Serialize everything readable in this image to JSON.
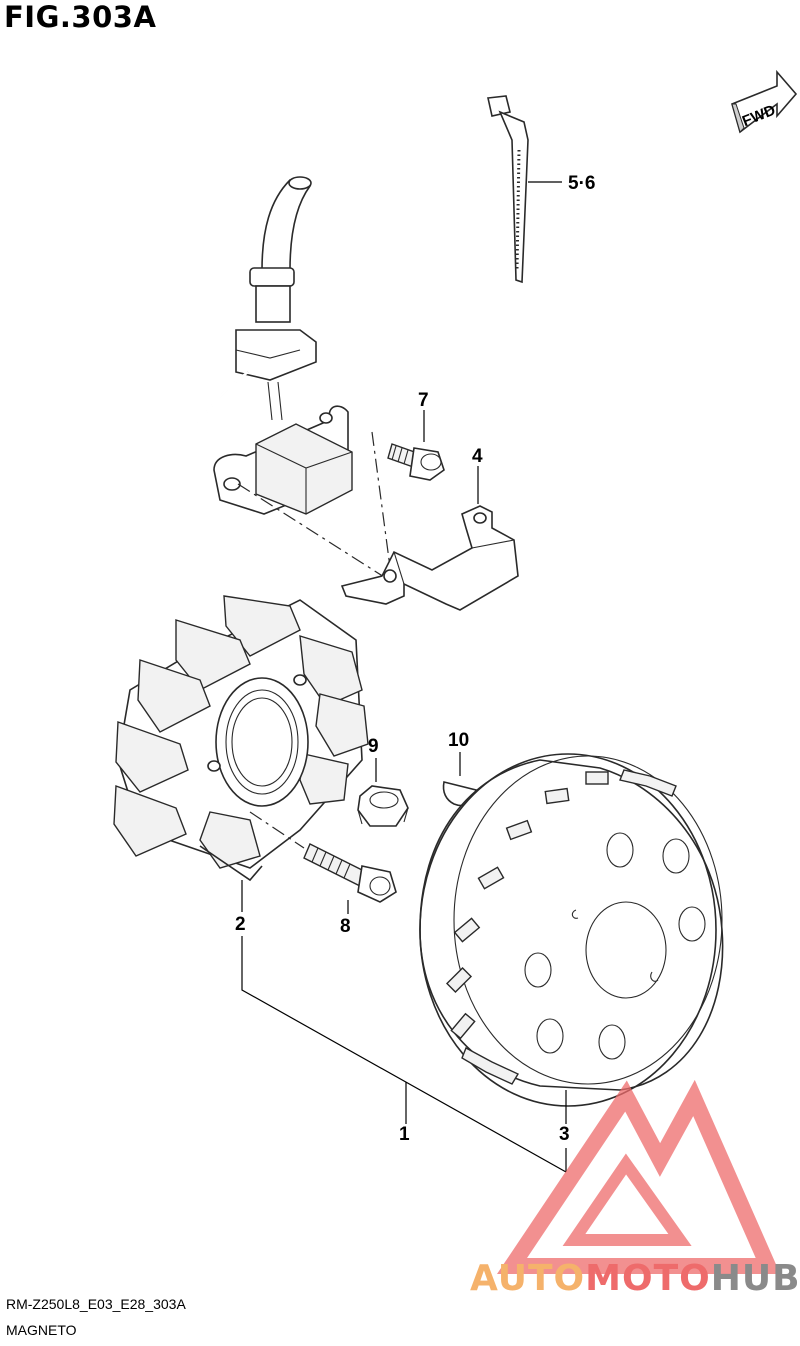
{
  "title": "FIG.303A",
  "fwd_label": "FWD",
  "callouts": {
    "c1": "1",
    "c2": "2",
    "c3": "3",
    "c4": "4",
    "c56": "5·6",
    "c7": "7",
    "c8": "8",
    "c9": "9",
    "c10": "10"
  },
  "footer": {
    "code": "RM-Z250L8_E03_E28_303A",
    "name": "MAGNETO"
  },
  "watermark": {
    "auto": "AUTO",
    "moto": "MOTO",
    "hub": "HUB",
    "colors": {
      "auto": "#f5b26b",
      "moto": "#ee6b6b",
      "hub": "#8a8a8a",
      "logo": "#ee6b6b"
    }
  }
}
